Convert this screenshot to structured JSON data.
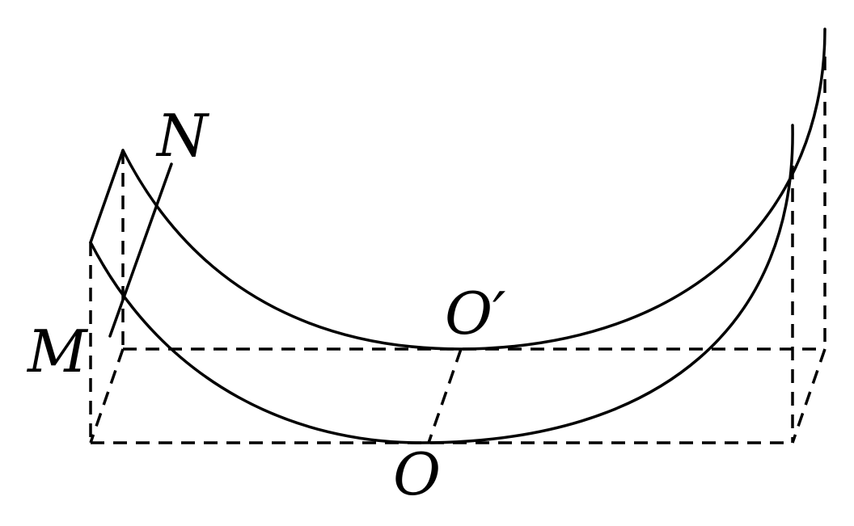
{
  "labels": {
    "N": "N",
    "M": "M",
    "O_prime": "O′",
    "O": "O"
  },
  "colors": {
    "stroke": "#000000",
    "background": "#ffffff"
  }
}
